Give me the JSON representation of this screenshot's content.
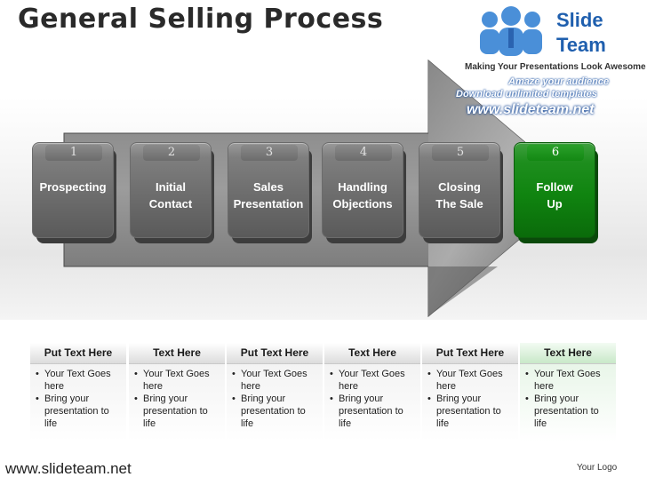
{
  "header": {
    "title": "General Selling Process"
  },
  "brand": {
    "logo_line1": "Slide",
    "logo_line2": "Team",
    "tagline": "Making Your Presentations Look Awesome",
    "promo_line1": "Amaze your audience",
    "promo_line2": "Download unlimited templates",
    "promo_url": "www.slideteam.net",
    "icon": "people-group-icon"
  },
  "steps": [
    {
      "number": "1",
      "label": "Prospecting"
    },
    {
      "number": "2",
      "label": "Initial\nContact"
    },
    {
      "number": "3",
      "label": "Sales\nPresentation"
    },
    {
      "number": "4",
      "label": "Handling\nObjections"
    },
    {
      "number": "5",
      "label": "Closing\nThe Sale"
    },
    {
      "number": "6",
      "label": "Follow\nUp"
    }
  ],
  "columns": [
    {
      "heading": "Put Text Here",
      "bullets": [
        "Your Text Goes here",
        "Bring your presentation to life"
      ]
    },
    {
      "heading": "Text Here",
      "bullets": [
        "Your Text Goes here",
        "Bring your presentation to life"
      ]
    },
    {
      "heading": "Put Text Here",
      "bullets": [
        "Your Text Goes here",
        "Bring your presentation to life"
      ]
    },
    {
      "heading": "Text Here",
      "bullets": [
        "Your Text Goes here",
        "Bring your presentation to life"
      ]
    },
    {
      "heading": "Put Text Here",
      "bullets": [
        "Your Text Goes here",
        "Bring your presentation to life"
      ]
    },
    {
      "heading": "Text Here",
      "bullets": [
        "Your Text Goes here",
        "Bring your presentation to life"
      ]
    }
  ],
  "footer": {
    "url": "www.slideteam.net",
    "logo": "Your Logo"
  },
  "colors": {
    "active_step": "#108410",
    "step_gray": "#6f6f6f",
    "brand_blue": "#1f5fae"
  }
}
